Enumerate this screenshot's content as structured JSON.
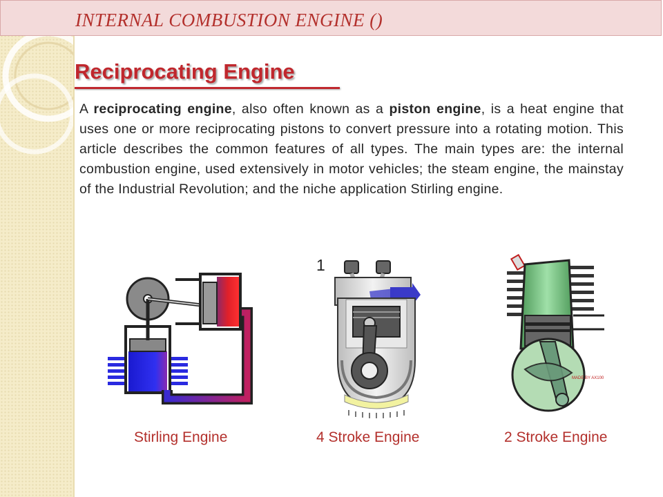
{
  "banner": {
    "title": "INTERNAL COMBUSTION ENGINE ()"
  },
  "heading": "Reciprocating Engine",
  "paragraph": {
    "p1": "A ",
    "bold1": "reciprocating engine",
    "p2": ", also often known as a ",
    "bold2": "piston engine",
    "p3": ", is a heat engine that uses one or more reciprocating pistons to convert pressure into a rotating motion. This article describes the common features of all types. The main types are: the internal combustion engine, used extensively in motor vehicles; the steam engine, the mainstay of the Industrial Revolution; and the niche application Stirling engine."
  },
  "figures": [
    {
      "caption": "Stirling Engine",
      "icon": "stirling-engine-diagram"
    },
    {
      "caption": "4 Stroke Engine",
      "icon": "four-stroke-engine-diagram",
      "frame_label": "1"
    },
    {
      "caption": "2 Stroke Engine",
      "icon": "two-stroke-engine-diagram",
      "watermark": "MADE BY AX100"
    }
  ],
  "colors": {
    "title_red": "#c0272d",
    "banner_bg": "#f3dada",
    "side_strip": "#f5ecc9",
    "hot_red": "#e0202a",
    "cold_blue": "#2a2ae0",
    "pipe_purple": "#7a2a8a",
    "cylinder_green": "#7fc98a"
  }
}
